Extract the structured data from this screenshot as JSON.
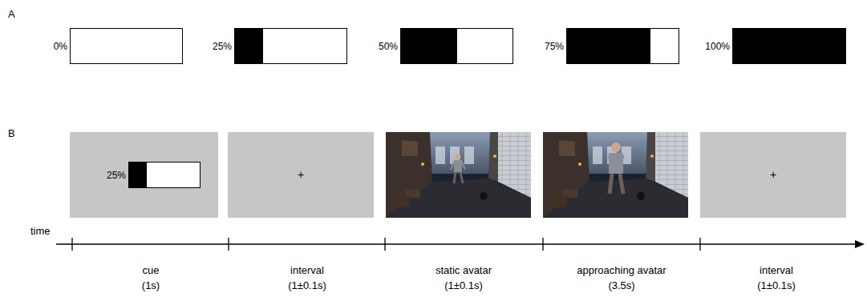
{
  "diagram": {
    "nodes": [
      {
        "text": [
          "0%"
        ]
      },
      {
        "text": [
          "25%"
        ]
      },
      {
        "text": [
          "50%"
        ]
      },
      {
        "text": [
          "75%"
        ]
      },
      {
        "text": [
          "100%"
        ]
      },
      {
        "text": [
          "25%"
        ]
      }
    ],
    "labels": [
      "A",
      "B",
      "+",
      "+",
      "time",
      "cue",
      "(1s)",
      "interval",
      "(1±0.1s)",
      "static avatar",
      "(1±0.1s)",
      "approaching avatar",
      "(3.5s)",
      "interval",
      "(1±0.1s)"
    ]
  }
}
